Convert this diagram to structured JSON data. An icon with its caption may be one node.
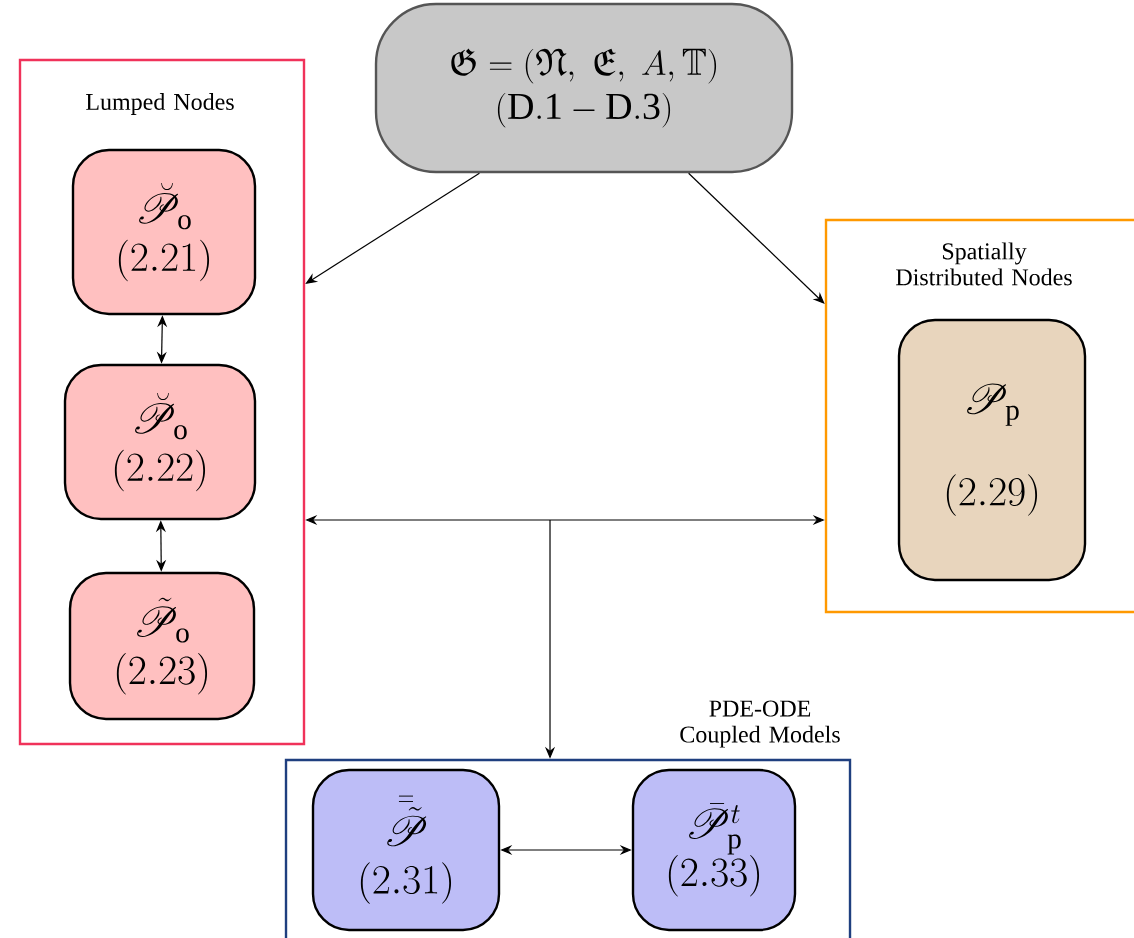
{
  "diagram": {
    "nodes": [
      {
        "text": [
          "\\mathfrak{G} = (\\mathfrak{N},\\ \\mathfrak{E},\\ A, \\mathbb{T})",
          "(\\mathrm{D.1} - \\mathrm{D.3})"
        ]
      },
      {
        "text": [
          "Lumped Nodes"
        ]
      },
      {
        "text": [
          "\\breve{\\mathscr{P}}_{\\mathrm{o}}",
          "(2.21)"
        ],
        "in": 1
      },
      {
        "text": [
          "\\breve{\\mathscr{P}}_{\\mathrm{o}}",
          "(2.22)"
        ],
        "in": 1
      },
      {
        "text": [
          "\\tilde{\\mathscr{P}}_{\\mathrm{o}}",
          "(2.23)"
        ],
        "in": 1
      },
      {
        "text": [
          "Spatially Distributed Nodes"
        ]
      },
      {
        "text": [
          "\\mathscr{P}_{\\mathrm{p}}",
          "(2.29)"
        ],
        "in": 5
      },
      {
        "text": [
          "PDE-ODE Coupled Models"
        ]
      },
      {
        "text": [
          "\\bar{\\bar{\\tilde{\\mathscr{P}}}}",
          "(2.31)"
        ],
        "in": 7
      },
      {
        "text": [
          "\\bar{\\mathscr{P}}^{t}_{\\mathrm{p}}",
          "(2.33)"
        ],
        "in": 7
      }
    ],
    "edges": [
      {
        "from": 0,
        "to": 1,
        "arrow": "to"
      },
      {
        "from": 0,
        "to": 5,
        "arrow": "to"
      },
      {
        "from": 2,
        "to": 3,
        "arrow": "both"
      },
      {
        "from": 3,
        "to": 4,
        "arrow": "both"
      },
      {
        "from": 1,
        "to": 5,
        "arrow": "both"
      },
      {
        "from": null,
        "to": 7,
        "arrow": "to"
      },
      {
        "from": 8,
        "to": 9,
        "arrow": "both"
      }
    ]
  }
}
